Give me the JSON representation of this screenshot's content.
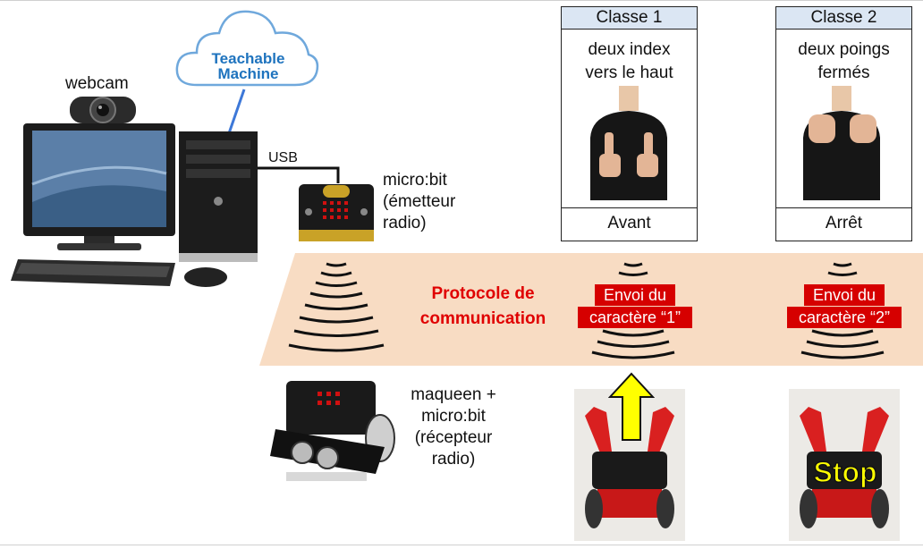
{
  "labels": {
    "webcam": "webcam",
    "cloud": [
      "Teachable",
      "Machine"
    ],
    "usb": "USB",
    "emitter": [
      "micro:bit",
      "(émetteur",
      "radio)"
    ],
    "receiver": [
      "maqueen +",
      "micro:bit",
      "(récepteur",
      "radio)"
    ],
    "protocol": [
      "Protocole de",
      "communication"
    ]
  },
  "classes": [
    {
      "title": "Classe 1",
      "desc": [
        "deux index",
        "vers le haut"
      ],
      "action": "Avant",
      "message": [
        "Envoi du",
        "caractère “1”"
      ]
    },
    {
      "title": "Classe 2",
      "desc": [
        "deux poings",
        "fermés"
      ],
      "action": "Arrêt",
      "message": [
        "Envoi du",
        "caractère “2”"
      ]
    }
  ],
  "stop_text": "Stop",
  "colors": {
    "band": "#f8dcc3",
    "accent_red": "#d60000",
    "class_header": "#dbe6f3",
    "arrow": "#ffff00",
    "cloud_stroke": "#6fa8dc",
    "cloud_text": "#1e73be"
  }
}
